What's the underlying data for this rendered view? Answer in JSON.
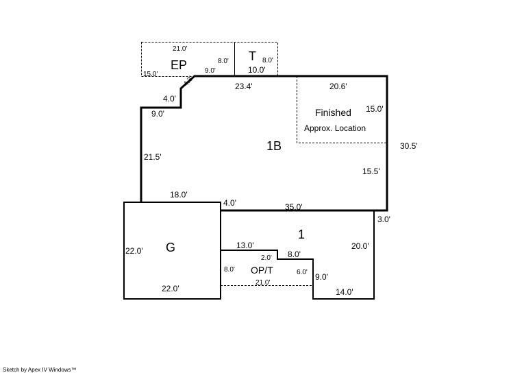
{
  "areas": {
    "ep": "EP",
    "t": "T",
    "main": "1B",
    "finished": "Finished",
    "approx": "Approx. Location",
    "garage": "G",
    "first": "1",
    "opt": "OP/T"
  },
  "dims": {
    "ep_top": "21.0'",
    "ep_left": "15.0'",
    "ep_right": "8.0'",
    "ep_diag": "4.3'",
    "ep_bottom": "9.0'",
    "t_right": "8.0'",
    "t_bottom": "10.0'",
    "step_v": "4.0'",
    "step_h": "9.0'",
    "top_main": "23.4'",
    "fin_top": "20.6'",
    "fin_side": "15.0'",
    "right_total": "30.5'",
    "right_lower": "15.5'",
    "left_main": "21.5'",
    "g_top": "18.0'",
    "g_left": "22.0'",
    "g_bottom": "22.0'",
    "jog": "4.0'",
    "main_bottom": "35.0'",
    "right_jog": "3.0'",
    "first_right": "20.0'",
    "opt_top": "13.0'",
    "opt_step": "2.0'",
    "opt_top2": "8.0'",
    "opt_left": "8.0'",
    "opt_right": "6.0'",
    "opt_bottom": "21.0'",
    "low_v": "9.0'",
    "low_bottom": "14.0'"
  },
  "footer": "Sketch by Apex IV Windows™"
}
